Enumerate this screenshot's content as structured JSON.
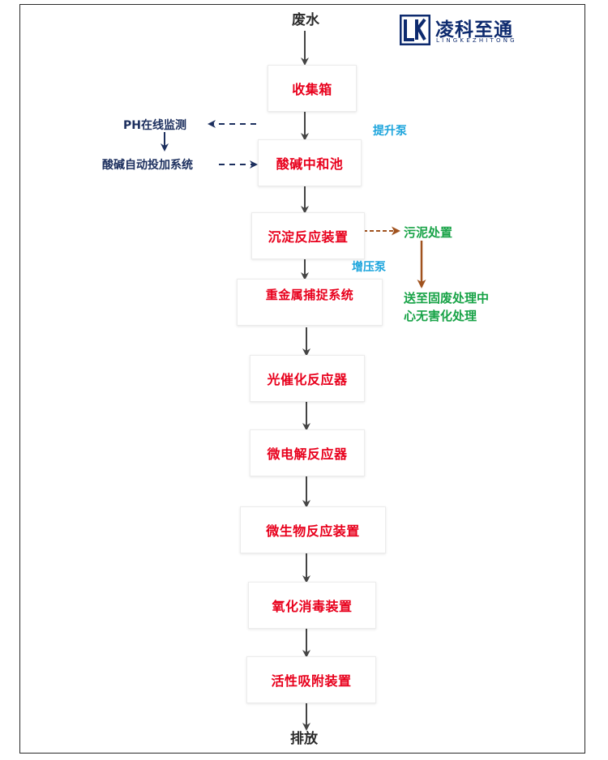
{
  "logo": {
    "name": "凌科至通",
    "sub": "LINGKEZHITONG"
  },
  "input_label": "废水",
  "output_label": "排放",
  "steps": [
    "收集箱",
    "酸碱中和池",
    "沉淀反应装置",
    "重金属捕捉系统",
    "光催化反应器",
    "微电解反应器",
    "微生物反应装置",
    "氧化消毒装置",
    "活性吸附装置"
  ],
  "pumps": {
    "lift": "提升泵",
    "booster": "增压泵"
  },
  "side_controls": {
    "ph_monitor": "PH在线监测",
    "dosing": "酸碱自动投加系统"
  },
  "sludge": {
    "title": "污泥处置",
    "line1": "送至固废处理中",
    "line2": "心无害化处理"
  },
  "colors": {
    "step_text": "#e8001c",
    "side_text": "#1c2f5e",
    "sludge_text": "#18a347",
    "pump_text": "#1ba4dc",
    "sludge_arrow": "#a0521e"
  }
}
